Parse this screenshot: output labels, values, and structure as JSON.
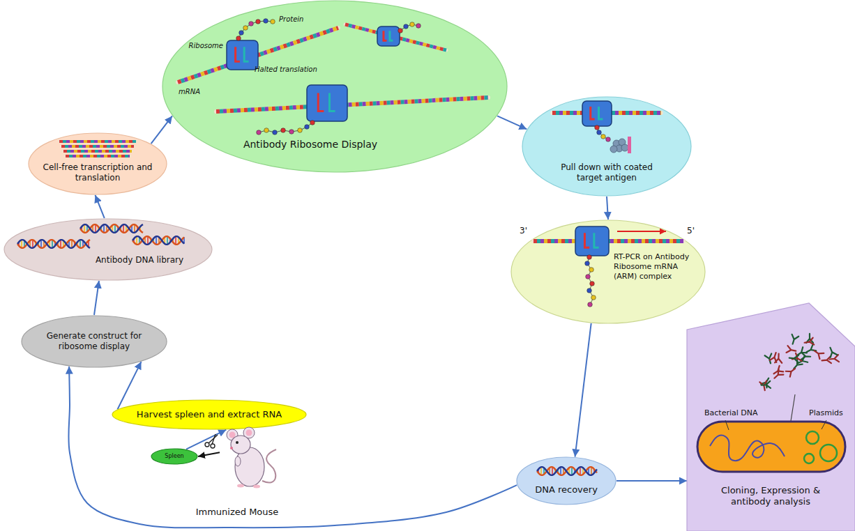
{
  "diagram": {
    "nodes": [
      {
        "text": [
          "Immunized Mouse"
        ]
      },
      {
        "text": [
          "Spleen"
        ]
      },
      {
        "text": [
          "Harvest spleen and extract RNA"
        ]
      },
      {
        "text": [
          "Generate construct for ribosome display"
        ]
      },
      {
        "text": [
          "Antibody DNA library"
        ]
      },
      {
        "text": [
          "Cell-free transcription and translation"
        ]
      },
      {
        "text": [
          "Antibody Ribosome Display"
        ]
      },
      {
        "text": [
          "Pull down with coated target antigen"
        ]
      },
      {
        "text": [
          "RT-PCR on Antibody Ribosome mRNA (ARM) complex"
        ]
      },
      {
        "text": [
          "DNA recovery"
        ]
      },
      {
        "text": [
          "Cloning, Expression & antibody analysis"
        ]
      }
    ],
    "edges": [
      {
        "from": 0,
        "to": 1,
        "arrow": "to"
      },
      {
        "from": 1,
        "to": 2,
        "arrow": "to"
      },
      {
        "from": 2,
        "to": 3,
        "arrow": "to"
      },
      {
        "from": 3,
        "to": 4,
        "arrow": "to"
      },
      {
        "from": 4,
        "to": 5,
        "arrow": "to"
      },
      {
        "from": 5,
        "to": 6,
        "arrow": "to"
      },
      {
        "from": 6,
        "to": 7,
        "arrow": "to"
      },
      {
        "from": 7,
        "to": 8,
        "arrow": "to"
      },
      {
        "from": 8,
        "to": 9,
        "arrow": "to"
      },
      {
        "from": 9,
        "to": 10,
        "arrow": "to"
      },
      {
        "from": 9,
        "to": 3,
        "arrow": "to"
      }
    ],
    "labels": [
      "Protein",
      "Ribosome",
      "Halted translation",
      "mRNA",
      "3'",
      "5'",
      "Bacterial DNA",
      "Plasmids"
    ]
  }
}
